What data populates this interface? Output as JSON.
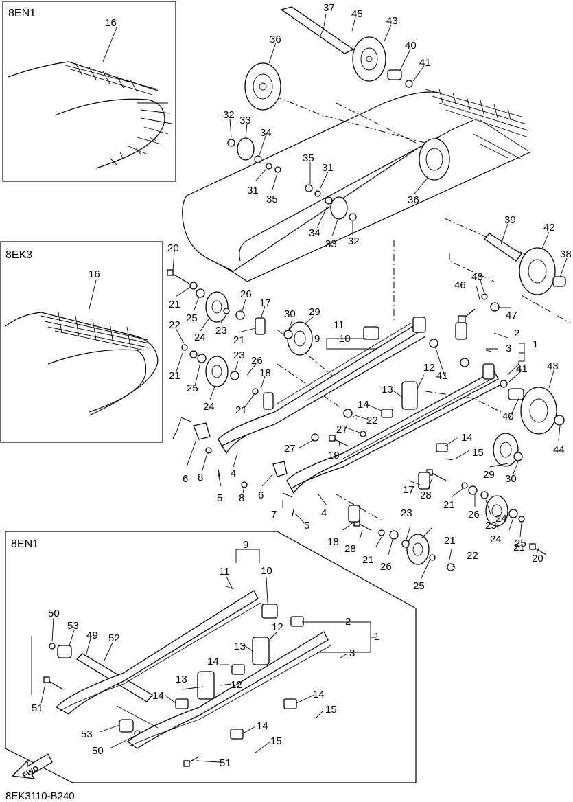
{
  "diagram_code": "8EK3110-B240",
  "fwd_label": "FWD",
  "boxes": {
    "top_left": "8EN1",
    "mid_left": "8EK3",
    "bottom": "8EN1"
  },
  "callouts": {
    "n1": "1",
    "n2": "2",
    "n3": "3",
    "n4": "4",
    "n5": "5",
    "n6": "6",
    "n7": "7",
    "n8": "8",
    "n9": "9",
    "n10": "10",
    "n11": "11",
    "n12": "12",
    "n13": "13",
    "n14": "14",
    "n15": "15",
    "n16": "16",
    "n17": "17",
    "n18": "18",
    "n19": "19",
    "n20": "20",
    "n21": "21",
    "n22": "22",
    "n23": "23",
    "n24": "24",
    "n25": "25",
    "n26": "26",
    "n27": "27",
    "n28": "28",
    "n29": "29",
    "n30": "30",
    "n31": "31",
    "n32": "32",
    "n33": "33",
    "n34": "34",
    "n35": "35",
    "n36": "36",
    "n37": "37",
    "n38": "38",
    "n39": "39",
    "n40": "40",
    "n41": "41",
    "n42": "42",
    "n43": "43",
    "n44": "44",
    "n45": "45",
    "n46": "46",
    "n47": "47",
    "n48": "48",
    "n49": "49",
    "n50": "50",
    "n51": "51",
    "n52": "52",
    "n53": "53"
  }
}
